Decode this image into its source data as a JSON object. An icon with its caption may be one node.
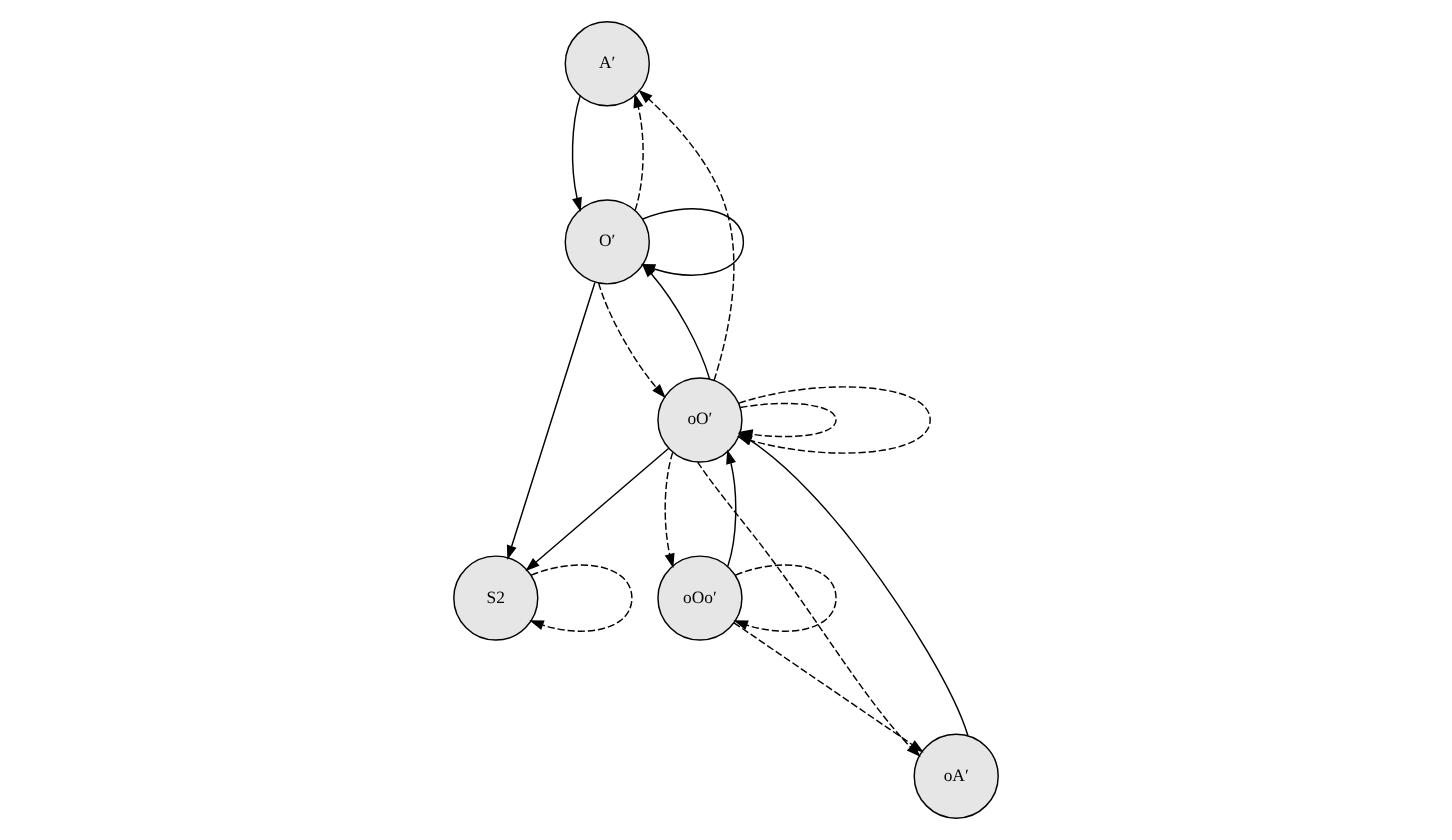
{
  "diagram": {
    "nodes": [
      {
        "text": [
          "A′"
        ]
      },
      {
        "text": [
          "O′"
        ]
      },
      {
        "text": [
          "oO′"
        ]
      },
      {
        "text": [
          "S2"
        ]
      },
      {
        "text": [
          "oOo′"
        ]
      },
      {
        "text": [
          "oA′"
        ]
      }
    ],
    "edges": [
      {
        "from": 0,
        "to": 1,
        "arrow": "to"
      },
      {
        "from": 1,
        "to": 1,
        "arrow": "to"
      },
      {
        "from": 2,
        "to": 1,
        "arrow": "to"
      },
      {
        "from": 1,
        "to": 3,
        "arrow": "to"
      },
      {
        "from": 2,
        "to": 3,
        "arrow": "to"
      },
      {
        "from": 4,
        "to": 2,
        "arrow": "to"
      },
      {
        "from": 5,
        "to": 2,
        "arrow": "to"
      },
      {
        "from": 2,
        "to": 0,
        "arrow": "to",
        "style": "dashed"
      },
      {
        "from": 2,
        "to": 4,
        "arrow": "to",
        "style": "dashed"
      },
      {
        "from": 1,
        "to": 0,
        "arrow": "to",
        "style": "dashed"
      },
      {
        "from": 1,
        "to": 2,
        "arrow": "to",
        "style": "dashed"
      },
      {
        "from": 2,
        "to": 2,
        "arrow": "to",
        "style": "dashed"
      },
      {
        "from": 4,
        "to": 5,
        "arrow": "to",
        "style": "dashed"
      },
      {
        "from": 4,
        "to": 4,
        "arrow": "to",
        "style": "dashed"
      },
      {
        "from": 2,
        "to": 5,
        "arrow": "to",
        "style": "dashed"
      },
      {
        "from": 2,
        "to": 2,
        "arrow": "to",
        "style": "dashed"
      },
      {
        "from": 3,
        "to": 3,
        "arrow": "to",
        "style": "dashed"
      }
    ]
  }
}
